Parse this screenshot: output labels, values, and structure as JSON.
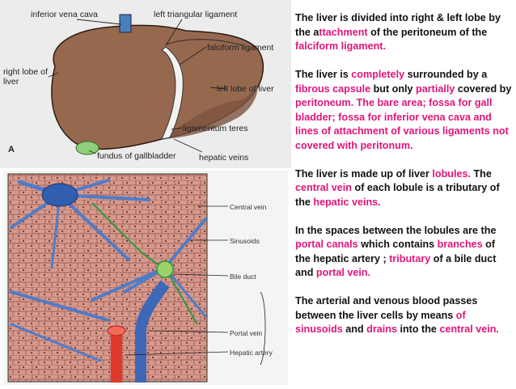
{
  "figure_top": {
    "labels": {
      "inferior_vena_cava": "inferior vena cava",
      "left_triangular_ligament": "left triangular ligament",
      "falciform_ligament": "falciform ligament",
      "right_lobe_line1": "right lobe of",
      "right_lobe_line2": "liver",
      "left_lobe": "left lobe of liver",
      "ligamentum_teres": "ligamentum teres",
      "fundus": "fundus of gallbladder",
      "hepatic_veins": "hepatic veins",
      "panel_letter": "A"
    },
    "colors": {
      "liver": "#96694f",
      "liver_shade": "#7d5440",
      "ivc": "#4a7fbd",
      "gallbladder": "#8fd07a",
      "ligament": "#f2f2f2"
    }
  },
  "figure_bottom": {
    "labels": {
      "central_vein": "Central vein",
      "sinusoids": "Sinusoids",
      "bile_duct": "Bile duct",
      "portal_vein": "Portal vein",
      "hepatic_artery": "Hepatic artery"
    },
    "colors": {
      "cells": "#d59a8e",
      "cell_lines": "#9a4d42",
      "veins": "#4f7cc9",
      "artery": "#e0392b",
      "bile": "#2a9b3c"
    }
  },
  "paragraphs": [
    [
      {
        "t": "The liver is divided into right & left lobe by the a"
      },
      {
        "t": "ttachment",
        "hl": true
      },
      {
        "t": " of the peritoneum of the "
      },
      {
        "t": "falciform ligament.",
        "hl": true
      }
    ],
    [
      {
        "t": "The liver is "
      },
      {
        "t": "completely",
        "hl": true
      },
      {
        "t": " surrounded by a "
      },
      {
        "t": "fibrous capsule",
        "hl": true
      },
      {
        "t": " but only "
      },
      {
        "t": "partially",
        "hl": true
      },
      {
        "t": " covered by "
      },
      {
        "t": "peritoneum. The bare area; fossa for gall bladder; fossa for inferior vena cava and lines of attachment of various ligaments not covered with peritonum.",
        "hl": true
      }
    ],
    [
      {
        "t": "The liver is made up of liver "
      },
      {
        "t": "lobules.",
        "hl": true
      },
      {
        "t": " The "
      },
      {
        "t": "central vein",
        "hl": true
      },
      {
        "t": " of each lobule is a tributary of the "
      },
      {
        "t": "hepatic veins.",
        "hl": true
      }
    ],
    [
      {
        "t": "In the spaces between the lobules are the "
      },
      {
        "t": "portal canals",
        "hl": true
      },
      {
        "t": " which contains "
      },
      {
        "t": "branches",
        "hl": true
      },
      {
        "t": " of the hepatic artery ; "
      },
      {
        "t": "tributary",
        "hl": true
      },
      {
        "t": " of a bile duct and "
      },
      {
        "t": "portal vein.",
        "hl": true
      }
    ],
    [
      {
        "t": "The arterial and venous blood passes between the liver cells by means "
      },
      {
        "t": "of sinusoids",
        "hl": true
      },
      {
        "t": " and "
      },
      {
        "t": "drains",
        "hl": true
      },
      {
        "t": " into the "
      },
      {
        "t": "central vein.",
        "hl": true
      }
    ]
  ]
}
